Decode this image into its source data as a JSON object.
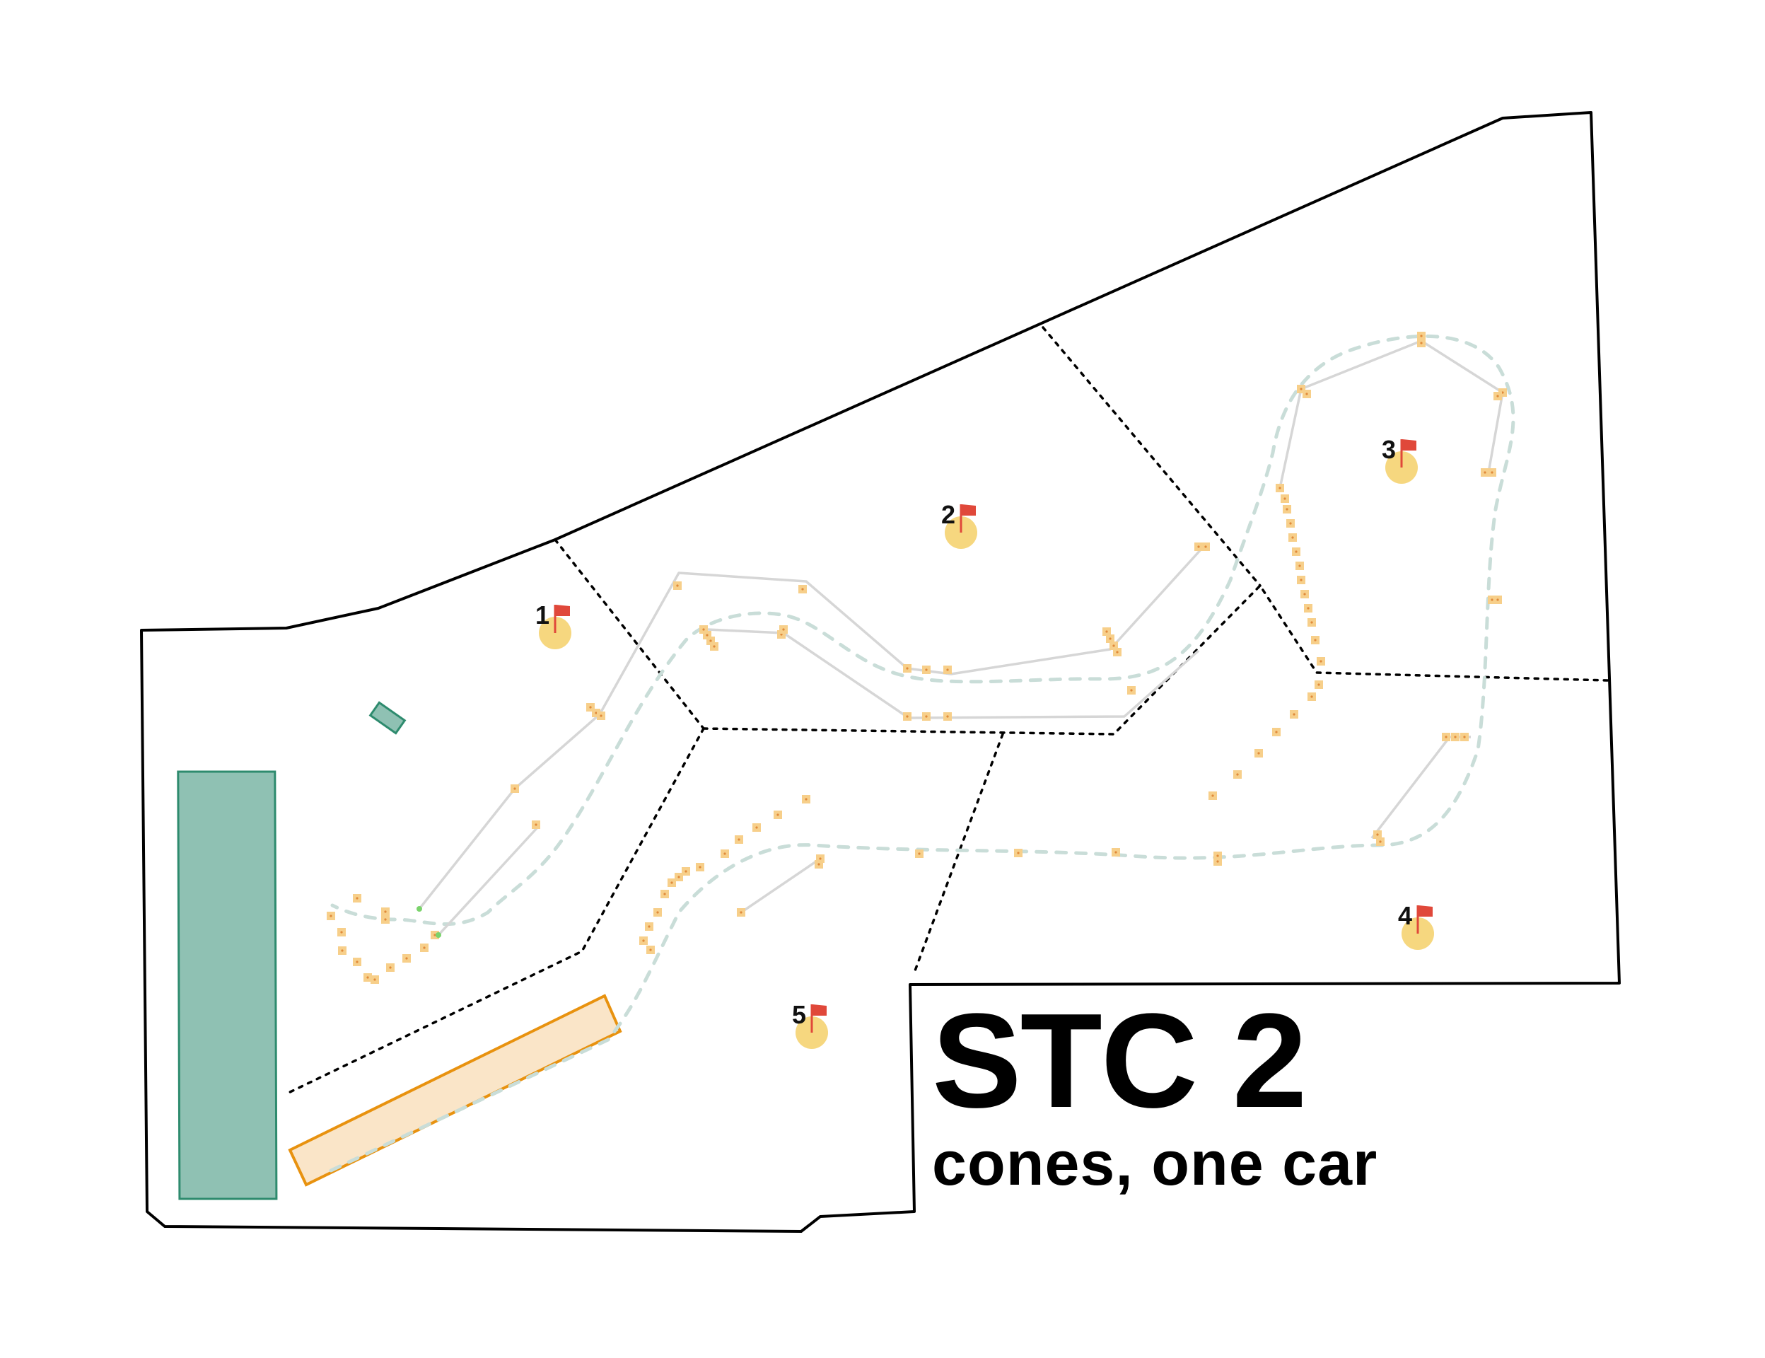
{
  "title": "STC 2",
  "subtitle": "cones, one car",
  "stations": [
    {
      "number": "1"
    },
    {
      "number": "2"
    },
    {
      "number": "3"
    },
    {
      "number": "4"
    },
    {
      "number": "5"
    }
  ],
  "colors": {
    "boundary": "#000000",
    "zone_divider": "#000000",
    "grass": "#8fc1b3",
    "grass_border": "#2e8b6e",
    "staging_fill": "#fae5c8",
    "staging_border": "#e8920f",
    "cone": "#f7cf8a",
    "cone_center": "#e08a3a",
    "course_line": "#d6d6d6",
    "driving_line": "#c9ddd8",
    "station_circle": "#f6d77f",
    "flag": "#e0483a",
    "pointer_cone": "#7ad36b"
  },
  "icons": {
    "station_marker": "flag-icon",
    "cone": "cone-icon"
  }
}
